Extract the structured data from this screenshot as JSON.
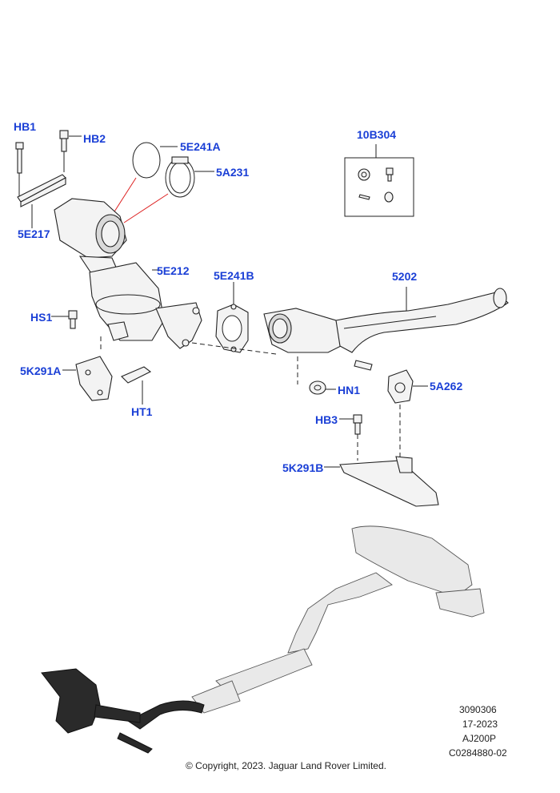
{
  "callouts": {
    "hb1": "HB1",
    "hb2": "HB2",
    "c5e241a": "5E241A",
    "c5a231": "5A231",
    "c10b304": "10B304",
    "c5e217": "5E217",
    "c5e212": "5E212",
    "c5e241b": "5E241B",
    "c5202": "5202",
    "hs1": "HS1",
    "c5k291a": "5K291A",
    "ht1": "HT1",
    "hn1": "HN1",
    "c5a262": "5A262",
    "hb3": "HB3",
    "c5k291b": "5K291B"
  },
  "meta": {
    "line1": "3090306",
    "line2": "17-2023",
    "line3": "AJ200P",
    "line4": "C0284880-02"
  },
  "copyright": "© Copyright, 2023. Jaguar Land Rover Limited."
}
